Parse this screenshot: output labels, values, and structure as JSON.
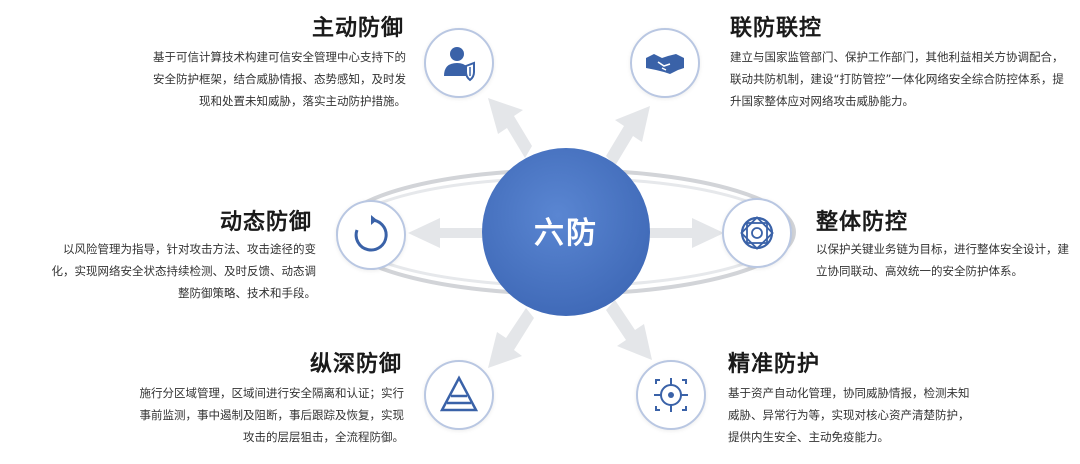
{
  "center": {
    "label": "六防"
  },
  "colors": {
    "accent": "#4a76c3",
    "icon": "#3a62a8",
    "arrow": "#e3e5e8",
    "ring": "#d7d9dd"
  },
  "nodes": [
    {
      "key": "top_left",
      "title": "主动防御",
      "icon": "user-shield-icon",
      "desc": "基于可信计算技术构建可信安全管理中心支持下的安全防护框架，结合威胁情报、态势感知，及时发现和处置未知威胁，落实主动防护措施。"
    },
    {
      "key": "top_right",
      "title": "联防联控",
      "icon": "handshake-icon",
      "desc": "建立与国家监管部门、保护工作部门，其他利益相关方协调配合，联动共防机制，建设“打防管控”一体化网络安全综合防控体系，提升国家整体应对网络攻击威胁能力。"
    },
    {
      "key": "mid_left",
      "title": "动态防御",
      "icon": "refresh-circle-icon",
      "desc": "以风险管理为指导，针对攻击方法、攻击途径的变化，实现网络安全状态持续检测、及时反馈、动态调整防御策略、技术和手段。"
    },
    {
      "key": "mid_right",
      "title": "整体防控",
      "icon": "network-globe-icon",
      "desc": "以保护关键业务链为目标，进行整体安全设计，建立协同联动、高效统一的安全防护体系。"
    },
    {
      "key": "bottom_left",
      "title": "纵深防御",
      "icon": "layered-pyramid-icon",
      "desc": "施行分区域管理，区域间进行安全隔离和认证；实行事前监测，事中遏制及阻断，事后跟踪及恢复，实现攻击的层层狙击，全流程防御。"
    },
    {
      "key": "bottom_right",
      "title": "精准防护",
      "icon": "target-crosshair-icon",
      "desc": "基于资产自动化管理，协同威胁情报，检测未知威胁、异常行为等，实现对核心资产清楚防护，提供内生安全、主动免疫能力。"
    }
  ]
}
